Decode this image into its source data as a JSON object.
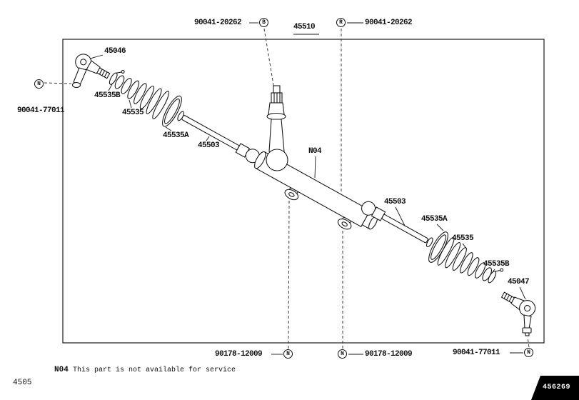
{
  "labels": {
    "bolt_top_left": "90041-20262",
    "assembly": "45510",
    "bolt_top_right": "90041-20262",
    "tie_rod_end_left": "45046",
    "tie_rod_nut_left": "90041-77011",
    "boot_clamp_left": "45535B",
    "boot_left": "45535",
    "boot_ring_left": "45535A",
    "inner_rod_left": "45503",
    "housing_ref": "N04",
    "inner_rod_right": "45503",
    "boot_ring_right": "45535A",
    "boot_right": "45535",
    "boot_clamp_right": "45535B",
    "tie_rod_end_right": "45047",
    "mount_nut_left": "90178-12009",
    "mount_nut_right": "90178-12009",
    "tie_rod_nut_right": "90041-77011"
  },
  "callouts": {
    "bolt_letter": "B",
    "bracket_letter": "R",
    "nut_letter": "N"
  },
  "note": {
    "code": "N04",
    "text": "This part is not available for service"
  },
  "footer": {
    "page_code": "4505",
    "figure_code": "456269"
  },
  "colors": {
    "line": "#1a1a1a",
    "background": "#ffffff",
    "corner_bg": "#000000"
  }
}
